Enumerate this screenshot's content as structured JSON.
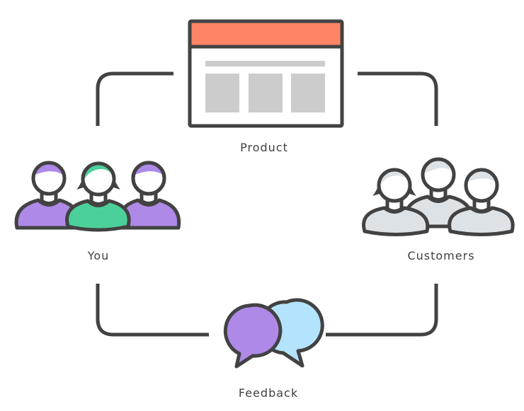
{
  "diagram": {
    "title": "Product feedback loop",
    "nodes": {
      "product": {
        "label": "Product",
        "icon": "browser-window-icon"
      },
      "customers": {
        "label": "Customers",
        "icon": "customers-group-icon"
      },
      "feedback": {
        "label": "Feedback",
        "icon": "speech-bubbles-icon"
      },
      "you": {
        "label": "You",
        "icon": "team-group-icon"
      }
    },
    "flow": [
      "You",
      "Product",
      "Customers",
      "Feedback",
      "You"
    ]
  },
  "colors": {
    "outline": "#424242",
    "product_header": "#ff8566",
    "product_placeholder": "#cccccc",
    "you_purple": "#ae89e8",
    "you_green": "#4cd09b",
    "customers_gray": "#dde2e6",
    "bubble_purple": "#ae89e8",
    "bubble_blue": "#b3e3fd",
    "label_text": "#3f3f3f"
  }
}
